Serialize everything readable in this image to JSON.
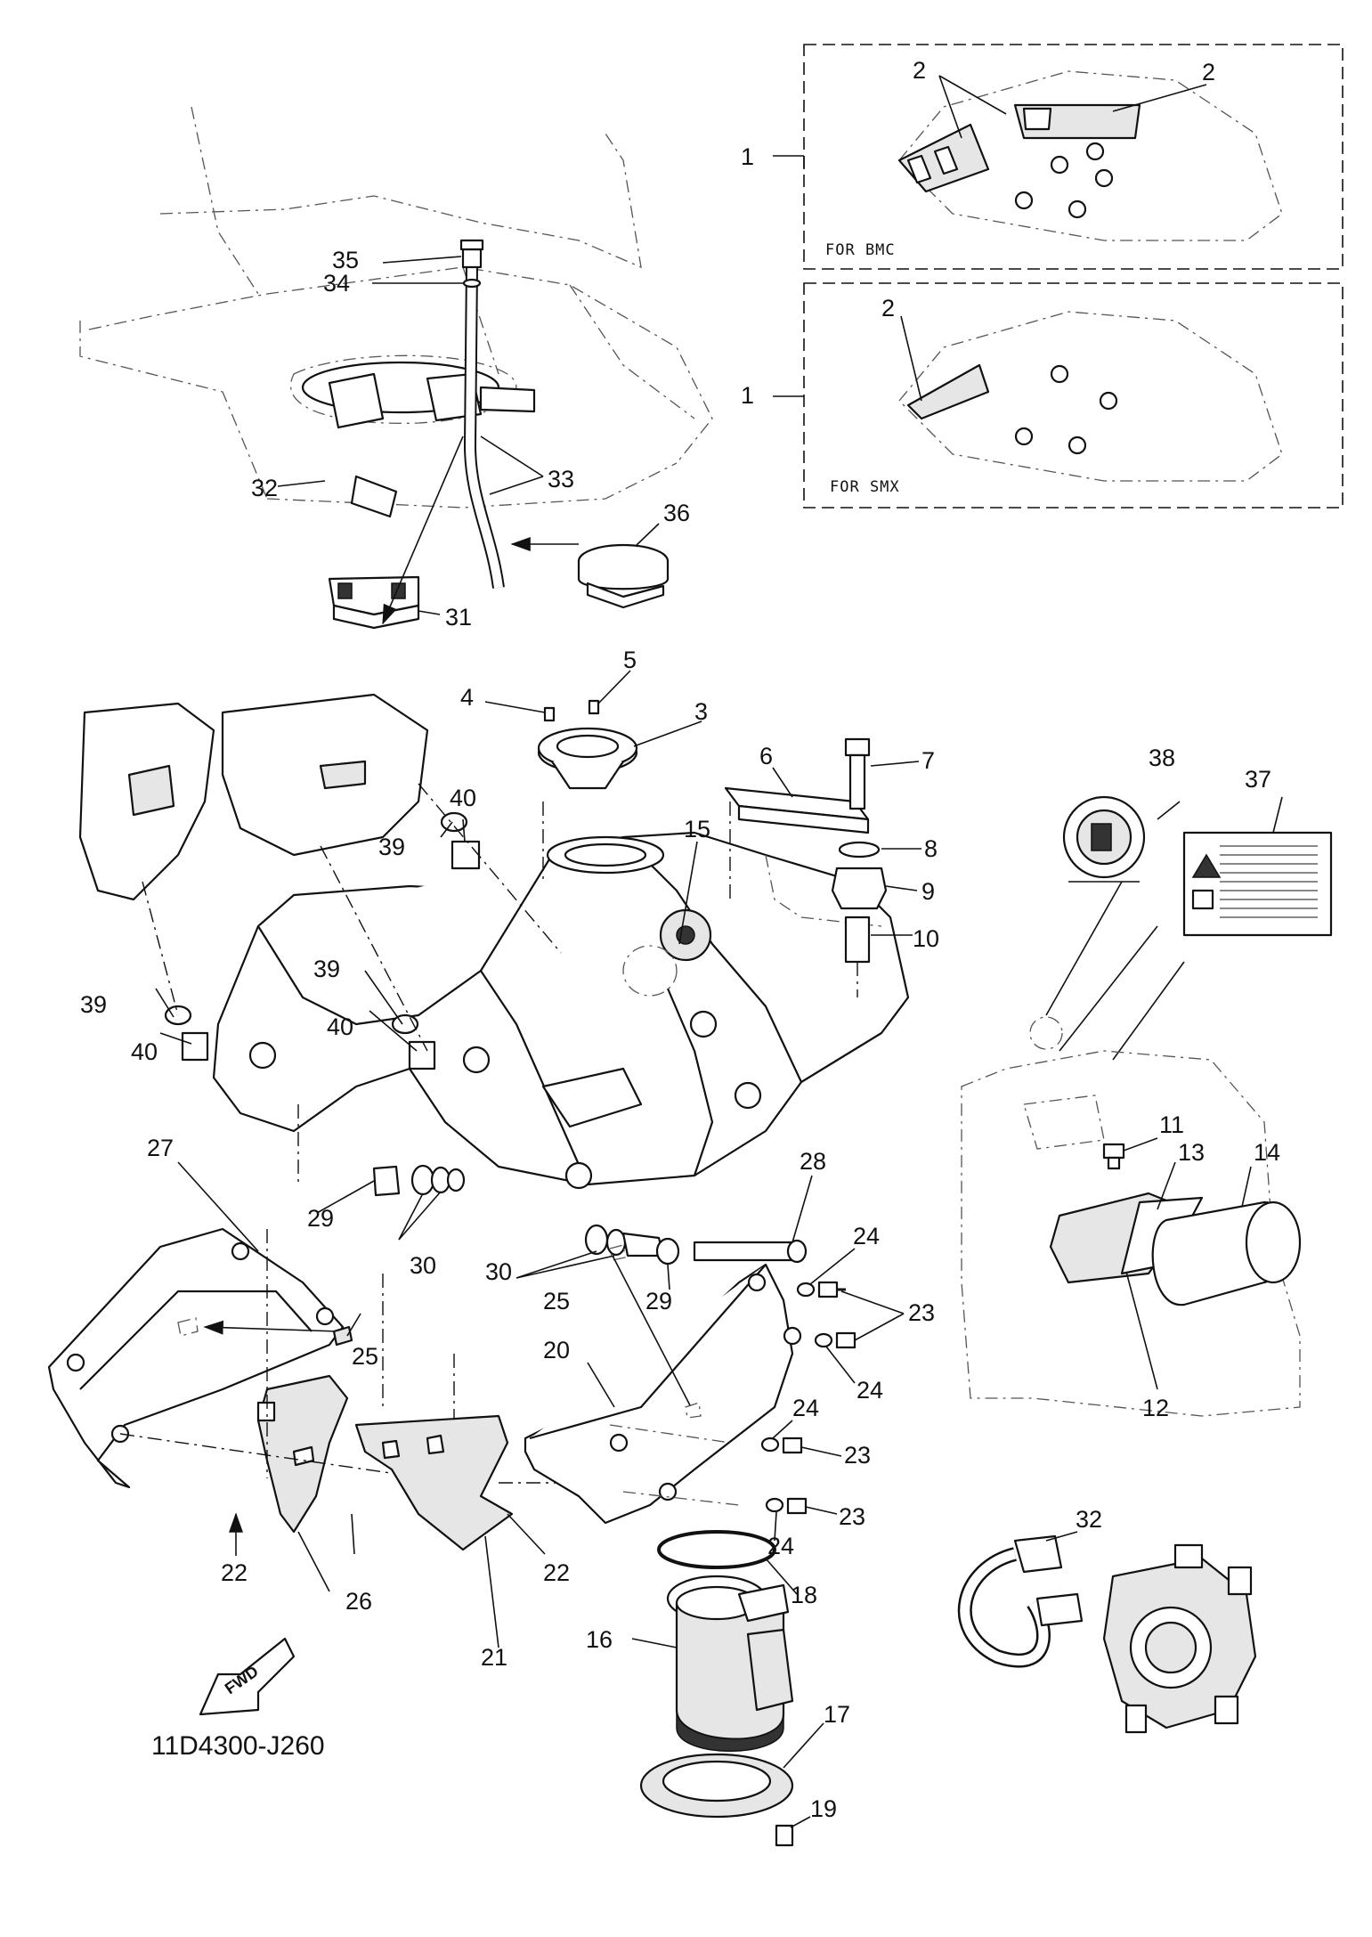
{
  "diagram": {
    "code": "11D4300-J260",
    "fwd_label": "FWD",
    "insets": [
      {
        "label": "FOR  BMC"
      },
      {
        "label": "FOR  SMX"
      }
    ],
    "callouts": [
      "1",
      "2",
      "2",
      "1",
      "2",
      "3",
      "4",
      "5",
      "6",
      "7",
      "8",
      "9",
      "10",
      "11",
      "12",
      "13",
      "14",
      "15",
      "16",
      "17",
      "18",
      "19",
      "20",
      "21",
      "22",
      "22",
      "23",
      "23",
      "23",
      "24",
      "24",
      "24",
      "24",
      "25",
      "25",
      "26",
      "27",
      "28",
      "29",
      "29",
      "30",
      "30",
      "31",
      "32",
      "32",
      "33",
      "34",
      "35",
      "36",
      "37",
      "38",
      "39",
      "39",
      "39",
      "40",
      "40",
      "40"
    ]
  }
}
